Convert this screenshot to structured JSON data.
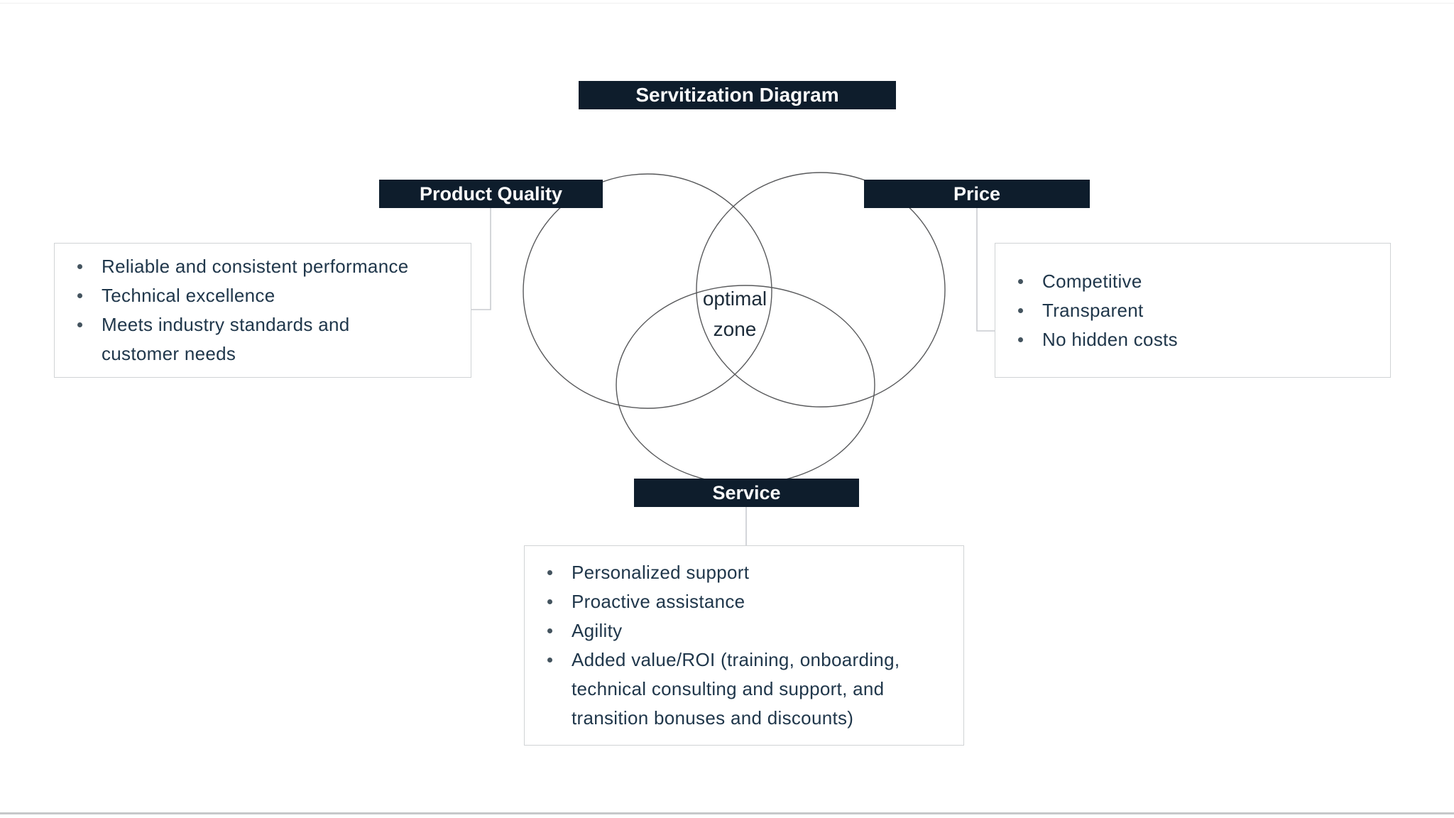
{
  "page": {
    "background_color": "#ffffff",
    "accent_dark_navy": "#0e1d2c",
    "body_text_color": "#20374b",
    "circle_stroke_color": "#58595b",
    "connector_color": "#c9ccd0",
    "box_border_color": "#d0d3d5",
    "bottom_divider_color": "#c6c8ca"
  },
  "title": {
    "label": "Servitization Diagram"
  },
  "diagram": {
    "type": "venn-3",
    "center_label": "optimal\nzone"
  },
  "nodes": [
    {
      "id": "product-quality",
      "label": "Product Quality",
      "bullets": [
        "Reliable and consistent performance",
        "Technical excellence",
        "Meets industry standards and\ncustomer needs"
      ]
    },
    {
      "id": "price",
      "label": "Price",
      "bullets": [
        "Competitive",
        "Transparent",
        "No hidden costs"
      ]
    },
    {
      "id": "service",
      "label": "Service",
      "bullets": [
        "Personalized support",
        "Proactive assistance",
        "Agility",
        "Added value/ROI (training, onboarding,\ntechnical consulting and support, and\ntransition bonuses and discounts)"
      ]
    }
  ]
}
